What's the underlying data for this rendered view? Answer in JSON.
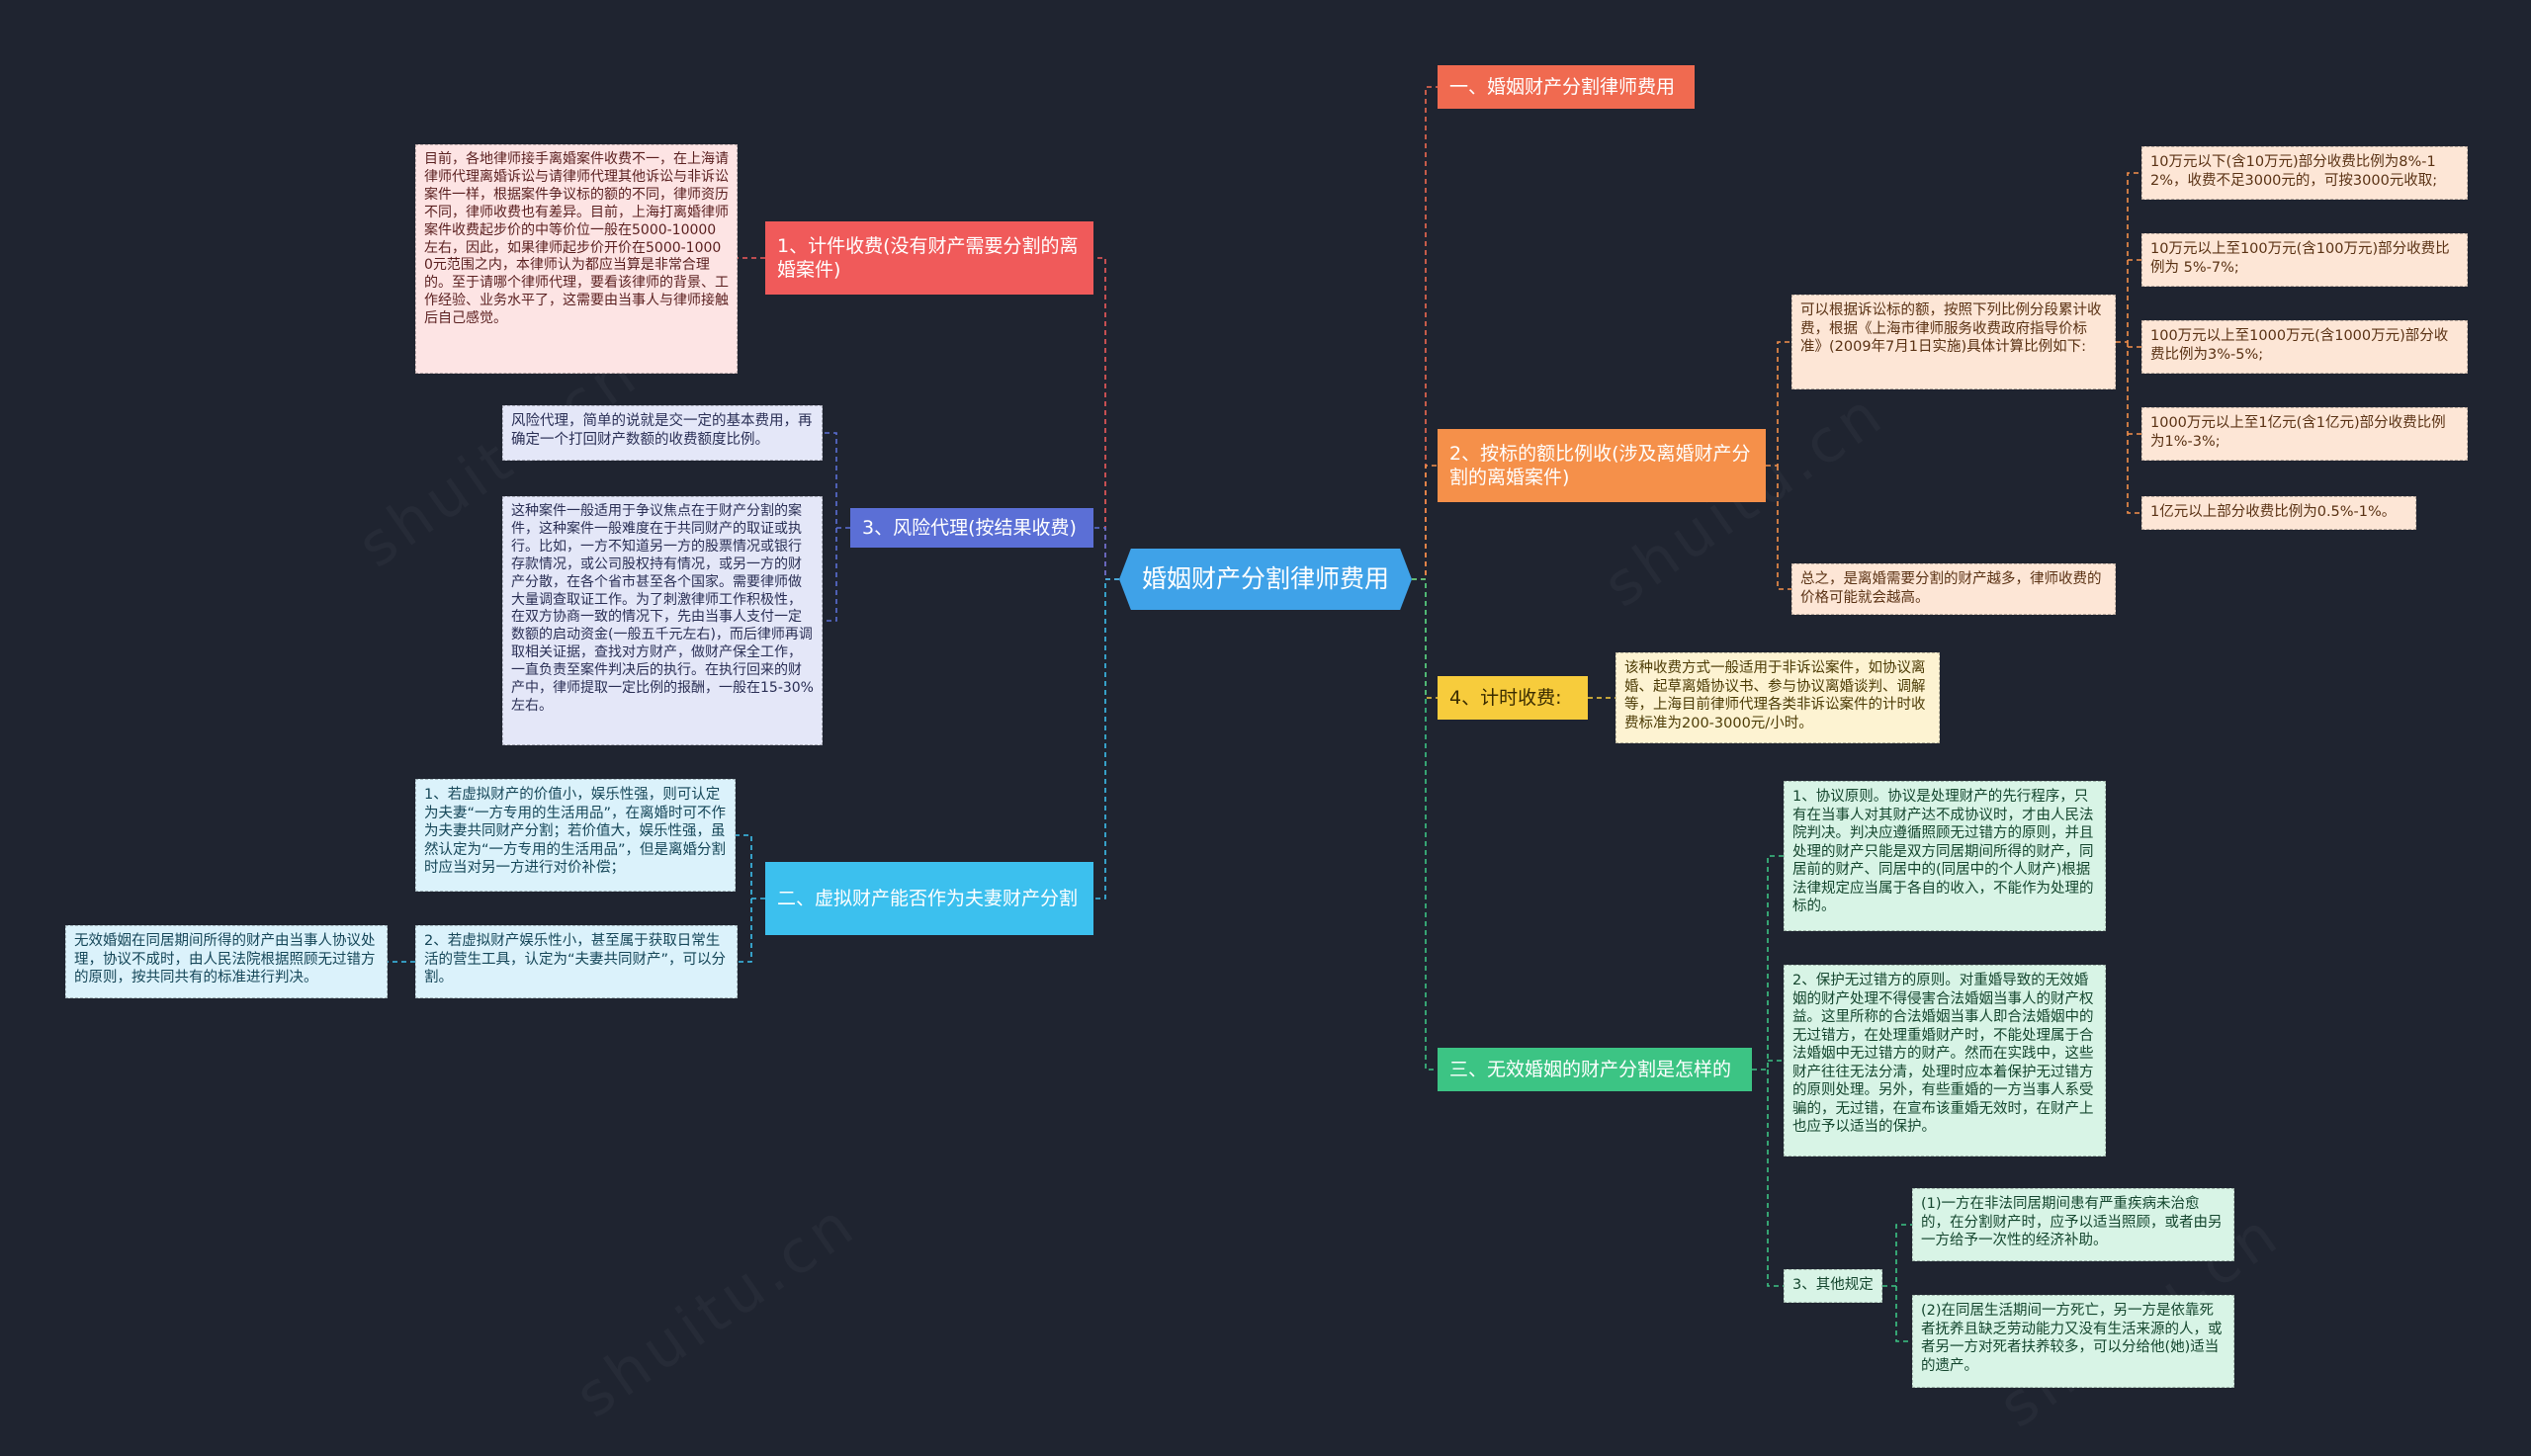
{
  "colors": {
    "background": "#1f2430",
    "central": "#3fa2e8",
    "red": "#f05a5a",
    "indigo": "#5b6fd6",
    "cyan": "#3cc0ee",
    "coral": "#f06a50",
    "orange": "#f5904a",
    "yellow": "#f7cc3c",
    "green": "#3cc484"
  },
  "central": "婚姻财产分割律师费用",
  "left": {
    "t1": {
      "title": "1、计件收费(没有财产需要分割的离婚案件)",
      "note": "目前，各地律师接手离婚案件收费不一，在上海请律师代理离婚诉讼与请律师代理其他诉讼与非诉讼案件一样，根据案件争议标的额的不同，律师资历不同，律师收费也有差异。目前，上海打离婚律师案件收费起步价的中等价位一般在5000-10000左右，因此，如果律师起步价开价在5000-10000元范围之内，本律师认为都应当算是非常合理的。至于请哪个律师代理，要看该律师的背景、工作经验、业务水平了，这需要由当事人与律师接触后自己感觉。"
    },
    "t3": {
      "title": "3、风险代理(按结果收费)",
      "note1": "风险代理，简单的说就是交一定的基本费用，再确定一个打回财产数额的收费额度比例。",
      "note2": "这种案件一般适用于争议焦点在于财产分割的案件，这种案件一般难度在于共同财产的取证或执行。比如，一方不知道另一方的股票情况或银行存款情况，或公司股权持有情况，或另一方的财产分散，在各个省市甚至各个国家。需要律师做大量调查取证工作。为了刺激律师工作积极性，在双方协商一致的情况下，先由当事人支付一定数额的启动资金(一般五千元左右)，而后律师再调取相关证据，查找对方财产，做财产保全工作，一直负责至案件判决后的执行。在执行回来的财产中，律师提取一定比例的报酬，一般在15-30%左右。"
    },
    "t2": {
      "title": "二、虚拟财产能否作为夫妻财产分割",
      "note1": "1、若虚拟财产的价值小，娱乐性强，则可认定为夫妻“一方专用的生活用品”，在离婚时可不作为夫妻共同财产分割；若价值大，娱乐性强，虽然认定为“一方专用的生活用品”，但是离婚分割时应当对另一方进行对价补偿；",
      "note2": "2、若虚拟财产娱乐性小，甚至属于获取日常生活的营生工具，认定为“夫妻共同财产”，可以分割。",
      "note3": "无效婚姻在同居期间所得的财产由当事人协议处理，协议不成时，由人民法院根据照顾无过错方的原则，按共同共有的标准进行判决。"
    }
  },
  "right": {
    "r1": {
      "title": "一、婚姻财产分割律师费用"
    },
    "r2": {
      "title": "2、按标的额比例收(涉及离婚财产分割的离婚案件)",
      "intro": "可以根据诉讼标的额，按照下列比例分段累计收费，根据《上海市律师服务收费政府指导价标准》(2009年7月1日实施)具体计算比例如下:",
      "summary": "总之，是离婚需要分割的财产越多，律师收费的价格可能就会越高。",
      "rates": [
        "10万元以下(含10万元)部分收费比例为8%-12%，收费不足3000元的，可按3000元收取;",
        "10万元以上至100万元(含100万元)部分收费比例为 5%-7%;",
        "100万元以上至1000万元(含1000万元)部分收费比例为3%-5%;",
        "1000万元以上至1亿元(含1亿元)部分收费比例为1%-3%;",
        "1亿元以上部分收费比例为0.5%-1%。"
      ]
    },
    "r4": {
      "title": "4、计时收费:",
      "note": "该种收费方式一般适用于非诉讼案件，如协议离婚、起草离婚协议书、参与协议离婚谈判、调解等，上海目前律师代理各类非诉讼案件的计时收费标准为200-3000元/小时。"
    },
    "r3": {
      "title": "三、无效婚姻的财产分割是怎样的",
      "p1": "1、协议原则。协议是处理财产的先行程序，只有在当事人对其财产达不成协议时，才由人民法院判决。判决应遵循照顾无过错方的原则，并且处理的财产只能是双方同居期间所得的财产，同居前的财产、同居中的(同居中的个人财产)根据法律规定应当属于各自的收入，不能作为处理的标的。",
      "p2": "2、保护无过错方的原则。对重婚导致的无效婚姻的财产处理不得侵害合法婚姻当事人的财产权益。这里所称的合法婚姻当事人即合法婚姻中的无过错方，在处理重婚财产时，不能处理属于合法婚姻中无过错方的财产。然而在实践中，这些财产往往无法分清，处理时应本着保护无过错方的原则处理。另外，有些重婚的一方当事人系受骗的，无过错，在宣布该重婚无效时，在财产上也应予以适当的保护。",
      "other": "3、其他规定",
      "o1": "(1)一方在非法同居期间患有严重疾病未治愈的，在分割财产时，应予以适当照顾，或者由另一方给予一次性的经济补助。",
      "o2": "(2)在同居生活期间一方死亡，另一方是依靠死者抚养且缺乏劳动能力又没有生活来源的人，或者另一方对死者扶养较多，可以分给他(她)适当的遗产。"
    }
  }
}
